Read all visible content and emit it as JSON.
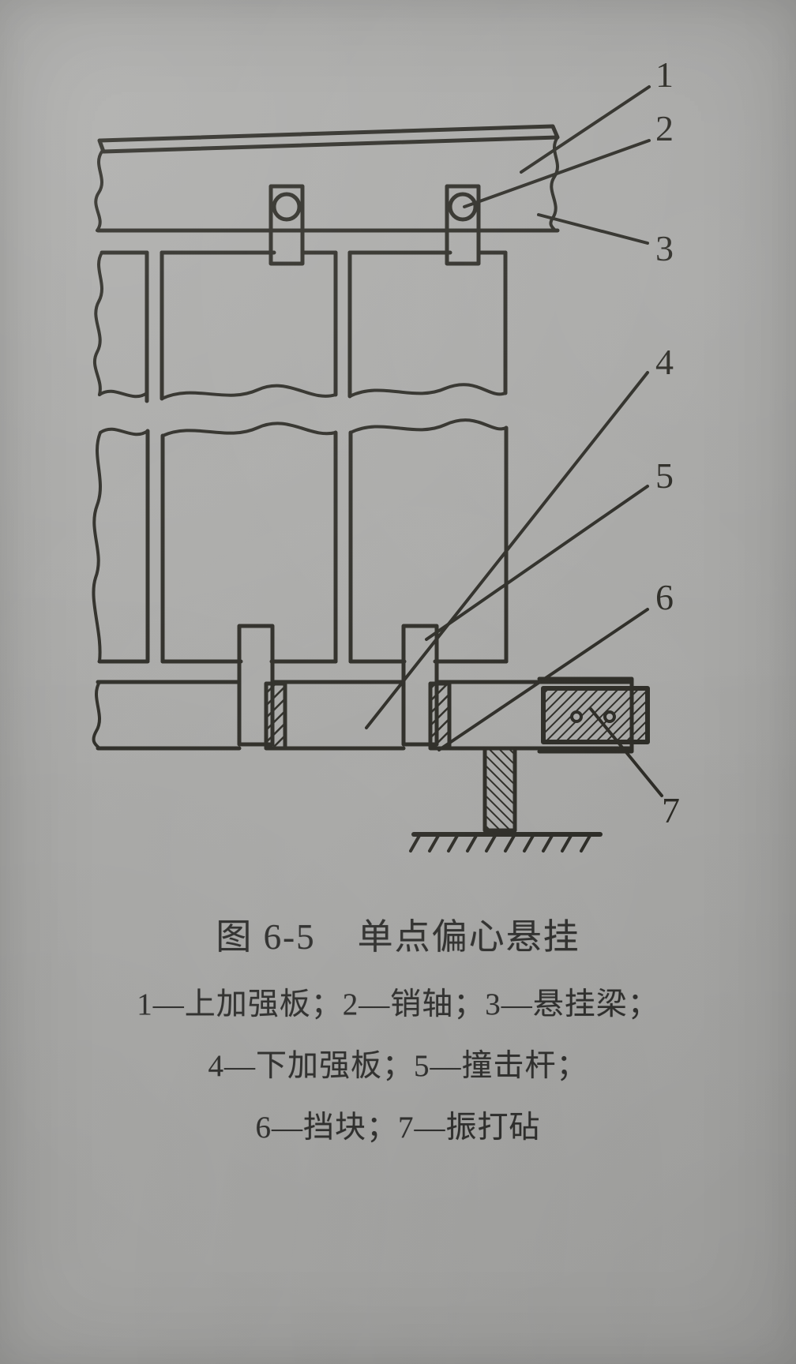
{
  "figure": {
    "title": "图 6-5    单点偏心悬挂",
    "title_number": "6-5",
    "title_text": "单点偏心悬挂",
    "legend_lines": [
      "1—上加强板；2—销轴；3—悬挂梁；",
      "4—下加强板；5—撞击杆；",
      "6—挡块；7—振打砧"
    ],
    "callouts": [
      {
        "id": "1",
        "label": "1",
        "refers_to": "上加强板"
      },
      {
        "id": "2",
        "label": "2",
        "refers_to": "销轴"
      },
      {
        "id": "3",
        "label": "3",
        "refers_to": "悬挂梁"
      },
      {
        "id": "4",
        "label": "4",
        "refers_to": "下加强板"
      },
      {
        "id": "5",
        "label": "5",
        "refers_to": "撞击杆"
      },
      {
        "id": "6",
        "label": "6",
        "refers_to": "挡块"
      },
      {
        "id": "7",
        "label": "7",
        "refers_to": "振打砧"
      }
    ],
    "parts": [
      {
        "key": "upper_stiffener_plate",
        "number": "1",
        "name": "上加强板"
      },
      {
        "key": "pin_shaft",
        "number": "2",
        "name": "销轴"
      },
      {
        "key": "suspension_beam",
        "number": "3",
        "name": "悬挂梁"
      },
      {
        "key": "lower_stiffener_plate",
        "number": "4",
        "name": "下加强板"
      },
      {
        "key": "impact_rod",
        "number": "5",
        "name": "撞击杆"
      },
      {
        "key": "stop_block",
        "number": "6",
        "name": "挡块"
      },
      {
        "key": "rapping_anvil",
        "number": "7",
        "name": "振打砧"
      }
    ],
    "colors": {
      "paper": "#a9a9a7",
      "ink": "#26251f",
      "hatch": "#26251f"
    }
  }
}
